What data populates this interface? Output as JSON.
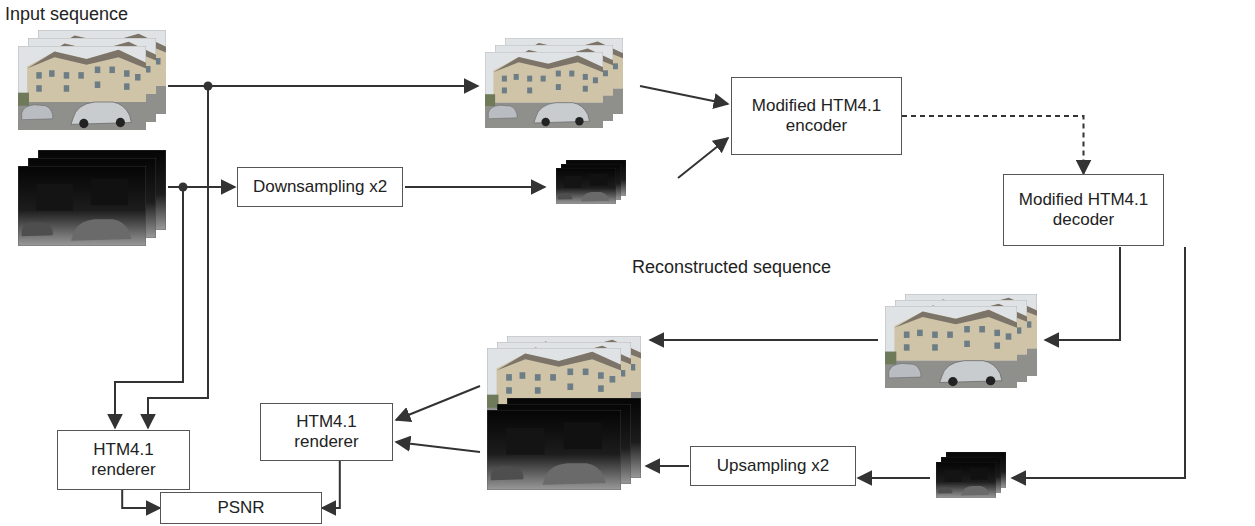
{
  "diagram": {
    "nodes": [
      {
        "text": [
          "Modified HTM4.1 encoder"
        ]
      },
      {
        "text": [
          "Downsampling x2"
        ]
      },
      {
        "text": [
          "Modified HTM4.1 decoder"
        ]
      },
      {
        "text": [
          "Upsampling x2"
        ]
      },
      {
        "text": [
          "HTM4.1 renderer"
        ]
      },
      {
        "text": [
          "HTM4.1 renderer"
        ]
      },
      {
        "text": [
          "PSNR"
        ]
      }
    ],
    "edges": [
      {
        "from": 0,
        "to": 2,
        "arrow": "to"
      },
      {
        "from": 4,
        "to": 6,
        "arrow": "to"
      },
      {
        "from": 5,
        "to": 6,
        "arrow": "to"
      }
    ],
    "labels": [
      "Input sequence",
      "Reconstructed sequence"
    ]
  }
}
